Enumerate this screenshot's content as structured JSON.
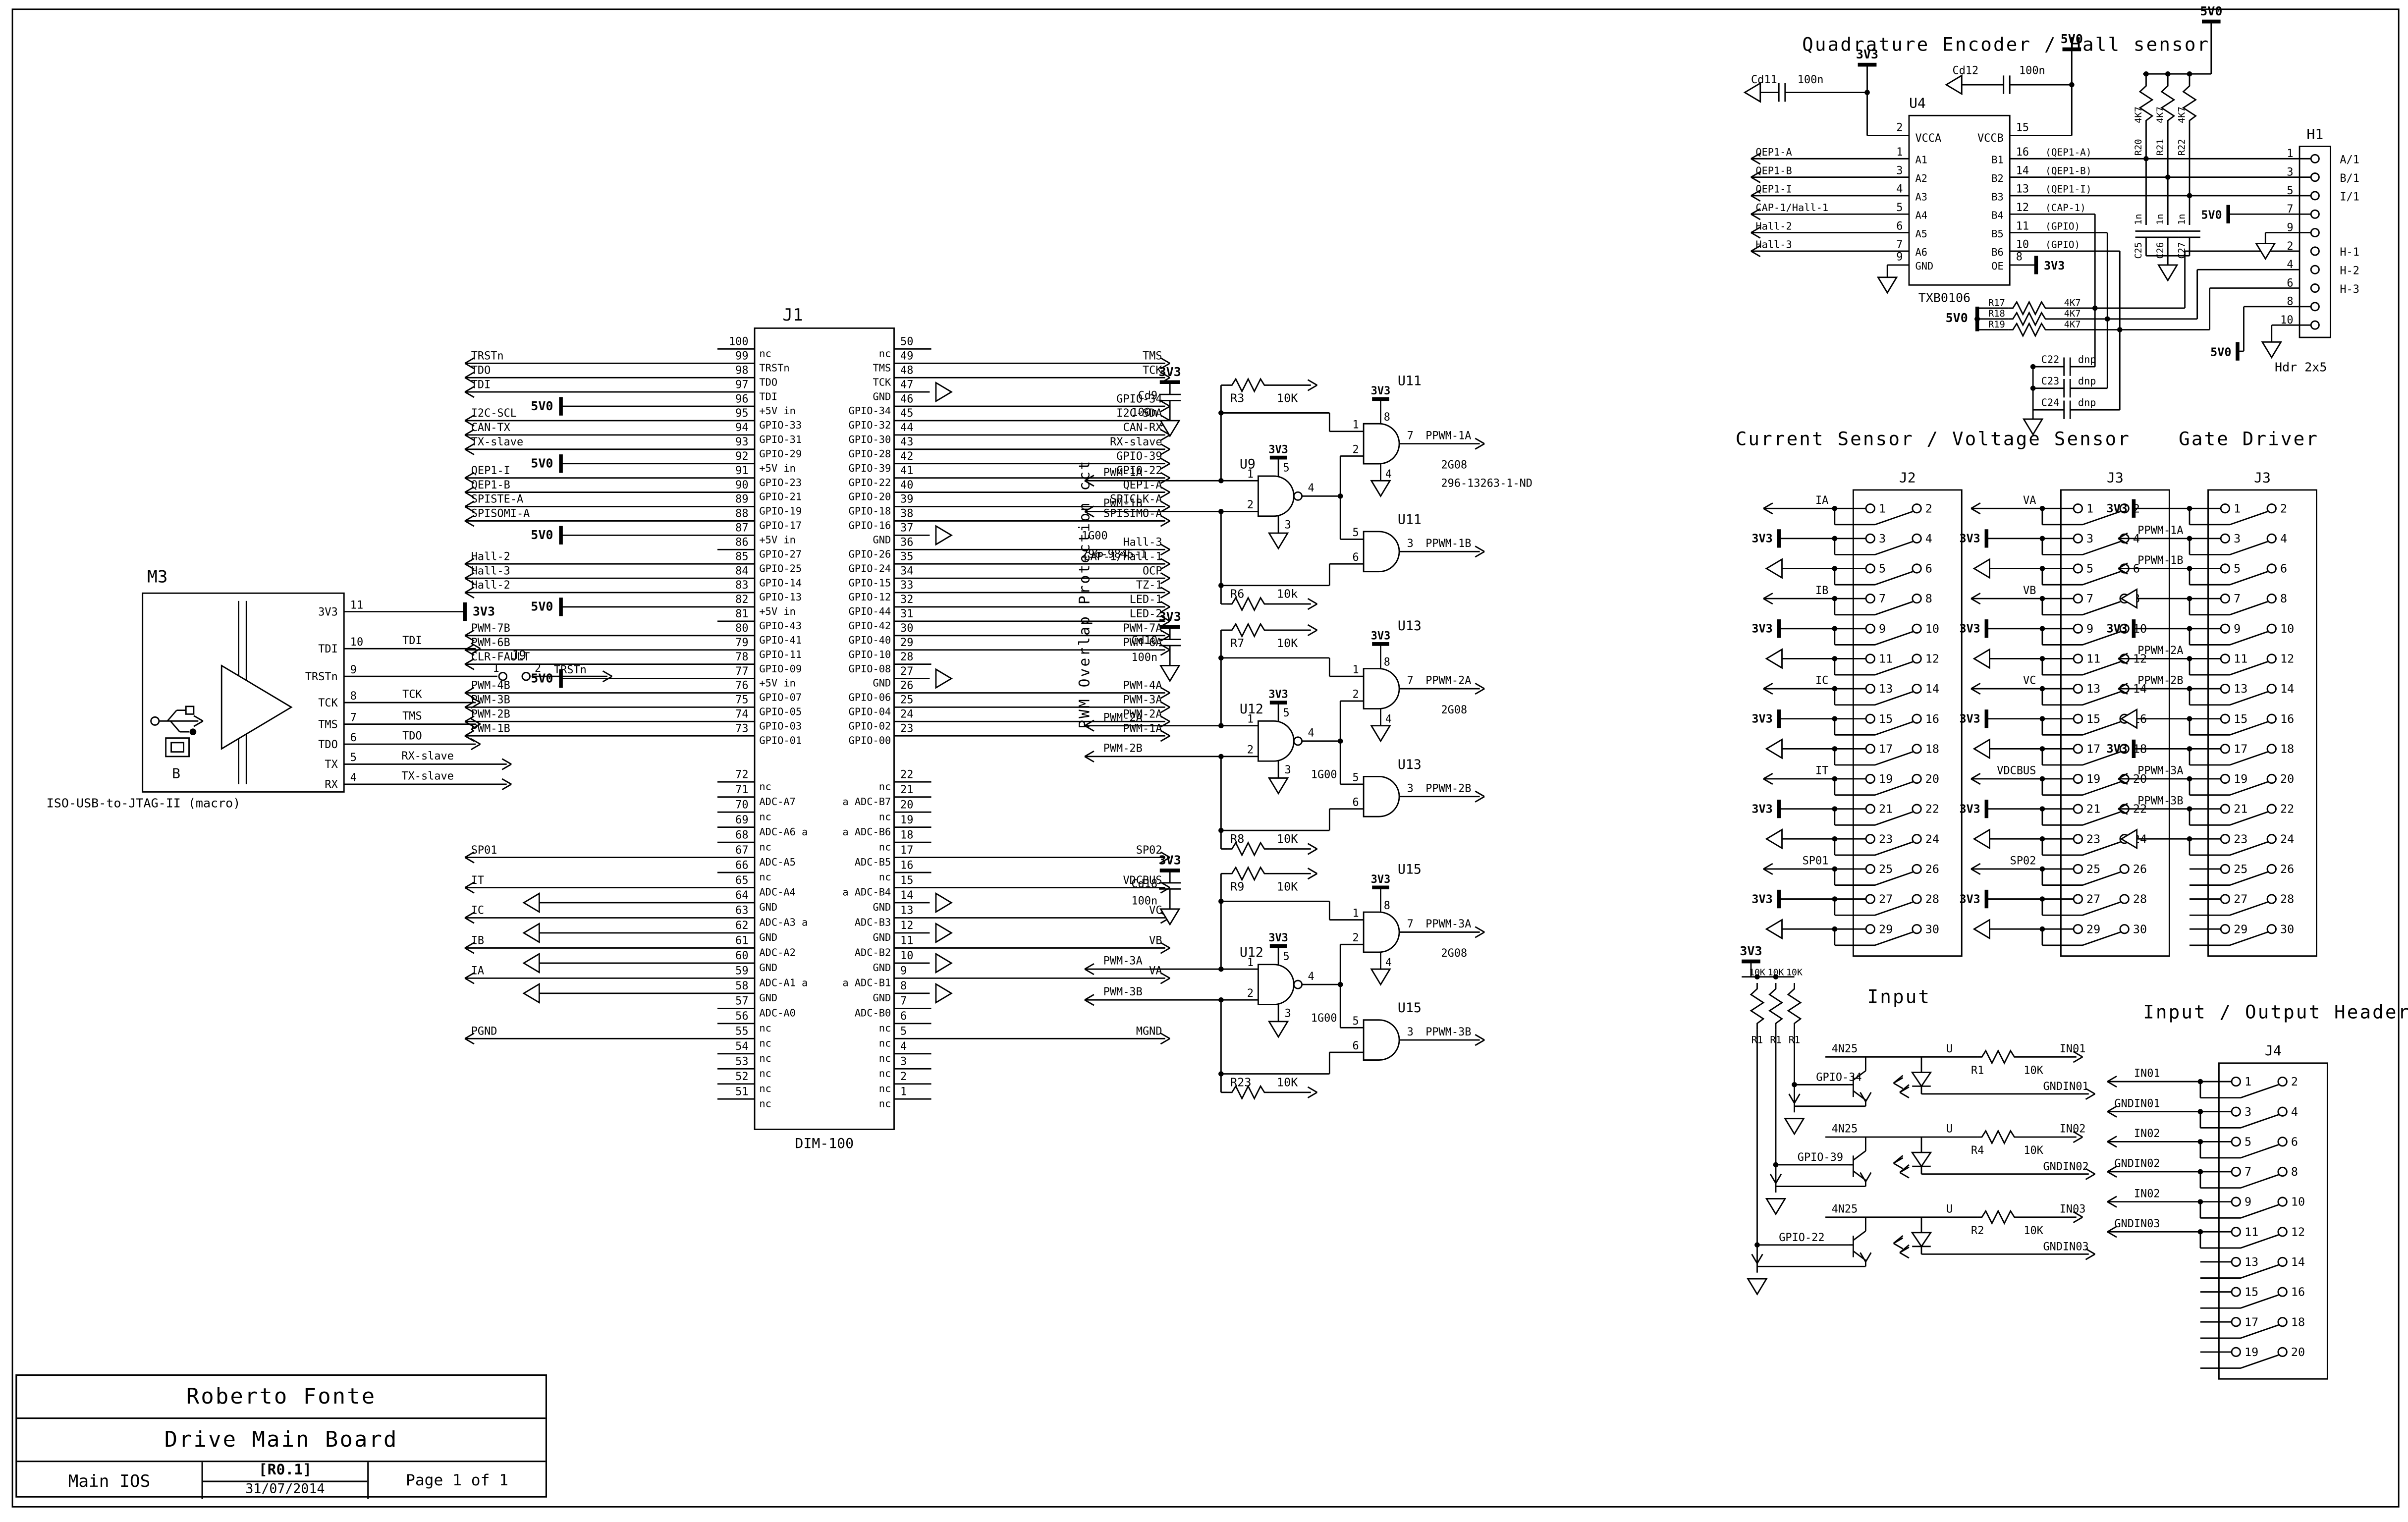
{
  "sheet": {
    "author": "Roberto Fonte",
    "title": "Drive Main Board",
    "doc": "Main IOS",
    "rev": "[R0.1]",
    "date": "31/07/2014",
    "page": "Page 1 of 1"
  },
  "m3": {
    "ref": "M3",
    "caption": "ISO-USB-to-JTAG-II (macro)",
    "usb_type": "B",
    "jumper": {
      "ref": "J9",
      "p1": "1",
      "p2": "2"
    },
    "pins": [
      {
        "num": "11",
        "name": "3V3",
        "net": "3V3",
        "type": "pwr"
      },
      {
        "num": "10",
        "name": "TDI",
        "net": "TDI",
        "type": "arrow"
      },
      {
        "num": "9",
        "name": "TRSTn",
        "net": "TRSTn",
        "type": "jumper"
      },
      {
        "num": "8",
        "name": "TCK",
        "net": "TCK",
        "type": "arrow"
      },
      {
        "num": "7",
        "name": "TMS",
        "net": "TMS",
        "type": "arrow"
      },
      {
        "num": "6",
        "name": "TDO",
        "net": "TDO",
        "type": "arrow"
      },
      {
        "num": "5",
        "name": "TX",
        "net": "RX-slave",
        "type": "arrow"
      },
      {
        "num": "4",
        "name": "RX",
        "net": "TX-slave",
        "type": "arrow"
      }
    ]
  },
  "j1": {
    "ref": "J1",
    "part": "DIM-100",
    "left": [
      [
        "100",
        "nc",
        null,
        "stub"
      ],
      [
        "99",
        "TRSTn",
        "TRSTn",
        "arrow"
      ],
      [
        "98",
        "TDO",
        "TDO",
        "arrow"
      ],
      [
        "97",
        "TDI",
        "TDI",
        "arrow"
      ],
      [
        "96",
        "+5V in",
        "5V0",
        "pwr"
      ],
      [
        "95",
        "GPIO-33",
        "I2C-SCL",
        "arrow"
      ],
      [
        "94",
        "GPIO-31",
        "CAN-TX",
        "arrow"
      ],
      [
        "93",
        "GPIO-29",
        "TX-slave",
        "arrow"
      ],
      [
        "92",
        "+5V in",
        "5V0",
        "pwr"
      ],
      [
        "91",
        "GPIO-23",
        "QEP1-I",
        "arrow"
      ],
      [
        "90",
        "GPIO-21",
        "QEP1-B",
        "arrow"
      ],
      [
        "89",
        "GPIO-19",
        "SPISTE-A",
        "arrow"
      ],
      [
        "88",
        "GPIO-17",
        "SPISOMI-A",
        "arrow"
      ],
      [
        "87",
        "+5V in",
        "5V0",
        "pwr"
      ],
      [
        "86",
        "GPIO-27",
        null,
        "stub"
      ],
      [
        "85",
        "GPIO-25",
        "Hall-2",
        "arrow"
      ],
      [
        "84",
        "GPIO-14",
        "Hall-3",
        "arrow"
      ],
      [
        "83",
        "GPIO-13",
        "Hall-2",
        "arrow"
      ],
      [
        "82",
        "+5V in",
        "5V0",
        "pwr"
      ],
      [
        "81",
        "GPIO-43",
        null,
        "stub"
      ],
      [
        "80",
        "GPIO-41",
        "PWM-7B",
        "arrow"
      ],
      [
        "79",
        "GPIO-11",
        "PWM-6B",
        "arrow"
      ],
      [
        "78",
        "GPIO-09",
        "CLR-FAULT",
        "arrow"
      ],
      [
        "77",
        "+5V in",
        "5V0",
        "pwr"
      ],
      [
        "76",
        "GPIO-07",
        "PWM-4B",
        "arrow"
      ],
      [
        "75",
        "GPIO-05",
        "PWM-3B",
        "arrow"
      ],
      [
        "74",
        "GPIO-03",
        "PWM-2B",
        "arrow"
      ],
      [
        "73",
        "GPIO-01",
        "PWM-1B",
        "arrow"
      ],
      [
        "72",
        "nc",
        null,
        "stub"
      ],
      [
        "71",
        "ADC-A7",
        null,
        "stub"
      ],
      [
        "70",
        "nc",
        null,
        "stub"
      ],
      [
        "69",
        "ADC-A6 a",
        null,
        "stub"
      ],
      [
        "68",
        "nc",
        null,
        "stub"
      ],
      [
        "67",
        "ADC-A5",
        "SP01",
        "arrow"
      ],
      [
        "66",
        "nc",
        null,
        "stub"
      ],
      [
        "65",
        "ADC-A4",
        "IT",
        "arrow"
      ],
      [
        "64",
        "GND",
        null,
        "gnd"
      ],
      [
        "63",
        "ADC-A3 a",
        "IC",
        "arrow"
      ],
      [
        "62",
        "GND",
        null,
        "gnd"
      ],
      [
        "61",
        "ADC-A2",
        "IB",
        "arrow"
      ],
      [
        "60",
        "GND",
        null,
        "gnd"
      ],
      [
        "59",
        "ADC-A1 a",
        "IA",
        "arrow"
      ],
      [
        "58",
        "GND",
        null,
        "gnd"
      ],
      [
        "57",
        "ADC-A0",
        null,
        "stub"
      ],
      [
        "56",
        "nc",
        null,
        "stub"
      ],
      [
        "55",
        "nc",
        "PGND",
        "arrow"
      ],
      [
        "54",
        "nc",
        null,
        "stub"
      ],
      [
        "53",
        "nc",
        null,
        "stub"
      ],
      [
        "52",
        "nc",
        null,
        "stub"
      ],
      [
        "51",
        "nc",
        null,
        "stub"
      ]
    ],
    "right": [
      [
        "50",
        "nc",
        null,
        "stub"
      ],
      [
        "49",
        "TMS",
        "TMS",
        "arrow"
      ],
      [
        "48",
        "TCK",
        "TCK",
        "arrow"
      ],
      [
        "47",
        "GND",
        null,
        "gnd"
      ],
      [
        "46",
        "GPIO-34",
        "GPIO-34",
        "arrow"
      ],
      [
        "45",
        "GPIO-32",
        "I2C-SDA",
        "arrow"
      ],
      [
        "44",
        "GPIO-30",
        "CAN-RX",
        "arrow"
      ],
      [
        "43",
        "GPIO-28",
        "RX-slave",
        "arrow"
      ],
      [
        "42",
        "GPIO-39",
        "GPIO-39",
        "arrow"
      ],
      [
        "41",
        "GPIO-22",
        "GPIO-22",
        "arrow"
      ],
      [
        "40",
        "GPIO-20",
        "QEP1-A",
        "arrow"
      ],
      [
        "39",
        "GPIO-18",
        "SPICLK-A",
        "arrow"
      ],
      [
        "38",
        "GPIO-16",
        "SPISIMO-A",
        "arrow"
      ],
      [
        "37",
        "GND",
        null,
        "gnd"
      ],
      [
        "36",
        "GPIO-26",
        "Hall-3",
        "arrow"
      ],
      [
        "35",
        "GPIO-24",
        "CAP-1/Hall-1",
        "arrow"
      ],
      [
        "34",
        "GPIO-15",
        "OCP",
        "arrow"
      ],
      [
        "33",
        "GPIO-12",
        "TZ-1",
        "arrow"
      ],
      [
        "32",
        "GPIO-44",
        "LED-1",
        "arrow"
      ],
      [
        "31",
        "GPIO-42",
        "LED-2",
        "arrow"
      ],
      [
        "30",
        "GPIO-40",
        "PWM-7A",
        "arrow"
      ],
      [
        "29",
        "GPIO-10",
        "PWM-6A",
        "arrow"
      ],
      [
        "28",
        "GPIO-08",
        null,
        "stub"
      ],
      [
        "27",
        "GND",
        null,
        "gnd"
      ],
      [
        "26",
        "GPIO-06",
        "PWM-4A",
        "arrow"
      ],
      [
        "25",
        "GPIO-04",
        "PWM-3A",
        "arrow"
      ],
      [
        "24",
        "GPIO-02",
        "PWM-2A",
        "arrow"
      ],
      [
        "23",
        "GPIO-00",
        "PWM-1A",
        "arrow"
      ],
      [
        "22",
        "nc",
        null,
        "stub"
      ],
      [
        "21",
        "a ADC-B7",
        null,
        "stub"
      ],
      [
        "20",
        "nc",
        null,
        "stub"
      ],
      [
        "19",
        "a ADC-B6",
        null,
        "stub"
      ],
      [
        "18",
        "nc",
        null,
        "stub"
      ],
      [
        "17",
        "ADC-B5",
        "SP02",
        "arrow"
      ],
      [
        "16",
        "nc",
        null,
        "stub"
      ],
      [
        "15",
        "a ADC-B4",
        "VDCBUS",
        "arrow"
      ],
      [
        "14",
        "GND",
        null,
        "gnd"
      ],
      [
        "13",
        "ADC-B3",
        "VC",
        "arrow"
      ],
      [
        "12",
        "GND",
        null,
        "gnd"
      ],
      [
        "11",
        "ADC-B2",
        "VB",
        "arrow"
      ],
      [
        "10",
        "GND",
        null,
        "gnd"
      ],
      [
        "9",
        "a ADC-B1",
        "VA",
        "arrow"
      ],
      [
        "8",
        "GND",
        null,
        "gnd"
      ],
      [
        "7",
        "ADC-B0",
        null,
        "stub"
      ],
      [
        "6",
        "nc",
        null,
        "stub"
      ],
      [
        "5",
        "nc",
        "MGND",
        "arrow"
      ],
      [
        "4",
        "nc",
        null,
        "stub"
      ],
      [
        "3",
        "nc",
        null,
        "stub"
      ],
      [
        "2",
        "nc",
        null,
        "stub"
      ],
      [
        "1",
        "nc",
        null,
        "stub"
      ]
    ]
  },
  "pwm": {
    "title": "PWM Overlap Protection cct",
    "pins": {
      "nand_in1": "1",
      "nand_in2": "2",
      "nand_out": "4",
      "nand_vcc": "5",
      "nand_gnd": "3",
      "and_in1": "1",
      "and_in2": "2",
      "and_out": "7",
      "and_vcc": "8",
      "and_gnd": "4",
      "and2_in1": "5",
      "and2_in2": "6",
      "and2_out": "3"
    },
    "groups": [
      {
        "pwr": "3V3",
        "cap_ref": "Cd9",
        "cap_val": "100n",
        "r_top_ref": "R3",
        "r_top_val": "10K",
        "r_bot_ref": "R6",
        "r_bot_val": "10k",
        "nand_ref": "U9",
        "and_ref": "U11",
        "and2_ref": "U11",
        "in_a": "PWM-1A",
        "in_b": "PWM-1B",
        "out_a": "PPWM-1A",
        "out_b": "PPWM-1B",
        "nand_part": "1G00",
        "nand_order": "296-9845-1",
        "and_part": "2G08",
        "and_order": "296-13263-1-ND"
      },
      {
        "pwr": "3V3",
        "cap_ref": "Cd10",
        "cap_val": "100n",
        "r_top_ref": "R7",
        "r_top_val": "10K",
        "r_bot_ref": "R8",
        "r_bot_val": "10K",
        "nand_ref": "U12",
        "and_ref": "U13",
        "and2_ref": "U13",
        "in_a": "PWM-2A",
        "in_b": "PWM-2B",
        "out_a": "PPWM-2A",
        "out_b": "PPWM-2B",
        "nand_part": "1G00",
        "nand_order": null,
        "and_part": "2G08",
        "and_order": null
      },
      {
        "pwr": "3V3",
        "cap_ref": "Cd18",
        "cap_val": "100n",
        "r_top_ref": "R9",
        "r_top_val": "10K",
        "r_bot_ref": "R23",
        "r_bot_val": "10K",
        "nand_ref": "U12",
        "and_ref": "U15",
        "and2_ref": "U15",
        "in_a": "PWM-3A",
        "in_b": "PWM-3B",
        "out_a": "PPWM-3A",
        "out_b": "PPWM-3B",
        "nand_part": "1G00",
        "nand_order": null,
        "and_part": "2G08",
        "and_order": null
      }
    ]
  },
  "quad": {
    "title": "Quadrature Encoder / Hall sensor",
    "u4": {
      "ref": "U4",
      "part": "TXB0106",
      "vcca_num": "2",
      "vcca": "VCCA",
      "vccb_num": "15",
      "vccb": "VCCB",
      "gnd_num": "9",
      "gnd": "GND",
      "oe_num": "8",
      "oe": "OE",
      "oe_net": "3V3",
      "a": [
        [
          "1",
          "A1",
          "QEP1-A"
        ],
        [
          "3",
          "A2",
          "QEP1-B"
        ],
        [
          "4",
          "A3",
          "QEP1-I"
        ],
        [
          "5",
          "A4",
          "CAP-1/Hall-1"
        ],
        [
          "6",
          "A5",
          "Hall-2"
        ],
        [
          "7",
          "A6",
          "Hall-3"
        ]
      ],
      "b": [
        [
          "16",
          "B1",
          "(QEP1-A)"
        ],
        [
          "14",
          "B2",
          "(QEP1-B)"
        ],
        [
          "13",
          "B3",
          "(QEP1-I)"
        ],
        [
          "12",
          "B4",
          "(CAP-1)"
        ],
        [
          "11",
          "B5",
          "(GPIO)"
        ],
        [
          "10",
          "B6",
          "(GPIO)"
        ]
      ]
    },
    "cd11": {
      "ref": "Cd11",
      "val": "100n",
      "pwr": "3V3"
    },
    "cd12": {
      "ref": "Cd12",
      "val": "100n",
      "pwr": "5V0"
    },
    "pullups_top": {
      "refs": [
        "R20",
        "R21",
        "R22"
      ],
      "val": "4K7",
      "pwr": "5V0"
    },
    "caps_top": {
      "refs": [
        "C25",
        "C26",
        "C27"
      ],
      "val": "1n"
    },
    "pullups_mid": {
      "refs": [
        "R17",
        "R18",
        "R19"
      ],
      "val": "4K7",
      "pwr": "5V0"
    },
    "caps_dnp": {
      "refs": [
        "C22",
        "C23",
        "C24"
      ],
      "val": "dnp"
    },
    "h1": {
      "ref": "H1",
      "caption": "Hdr 2x5",
      "pwr": "5V0",
      "odd": [
        "1",
        "3",
        "5",
        "7",
        "9"
      ],
      "even": [
        "2",
        "4",
        "6",
        "8",
        "10"
      ],
      "right_top": [
        "A/1",
        "B/1",
        "I/1"
      ],
      "right_bot": [
        "H-1",
        "H-2",
        "H-3"
      ]
    }
  },
  "sensors": {
    "title": "Current Sensor / Voltage Sensor",
    "j2": {
      "ref": "J2",
      "rows": [
        [
          "1",
          "2",
          "IA",
          "arrow"
        ],
        [
          "3",
          "4",
          "3V3",
          "pwr"
        ],
        [
          "5",
          "6",
          null,
          "gnd"
        ],
        [
          "7",
          "8",
          "IB",
          "arrow"
        ],
        [
          "9",
          "10",
          "3V3",
          "pwr"
        ],
        [
          "11",
          "12",
          null,
          "gnd"
        ],
        [
          "13",
          "14",
          "IC",
          "arrow"
        ],
        [
          "15",
          "16",
          "3V3",
          "pwr"
        ],
        [
          "17",
          "18",
          null,
          "gnd"
        ],
        [
          "19",
          "20",
          "IT",
          "arrow"
        ],
        [
          "21",
          "22",
          "3V3",
          "pwr"
        ],
        [
          "23",
          "24",
          null,
          "gnd"
        ],
        [
          "25",
          "26",
          "SP01",
          "arrow"
        ],
        [
          "27",
          "28",
          "3V3",
          "pwr"
        ],
        [
          "29",
          "30",
          null,
          "gnd"
        ]
      ]
    },
    "j3": {
      "ref": "J3",
      "rows": [
        [
          "1",
          "2",
          "VA",
          "arrow"
        ],
        [
          "3",
          "4",
          "3V3",
          "pwr"
        ],
        [
          "5",
          "6",
          null,
          "gnd"
        ],
        [
          "7",
          "8",
          "VB",
          "arrow"
        ],
        [
          "9",
          "10",
          "3V3",
          "pwr"
        ],
        [
          "11",
          "12",
          null,
          "gnd"
        ],
        [
          "13",
          "14",
          "VC",
          "arrow"
        ],
        [
          "15",
          "16",
          "3V3",
          "pwr"
        ],
        [
          "17",
          "18",
          null,
          "gnd"
        ],
        [
          "19",
          "20",
          "VDCBUS",
          "arrow"
        ],
        [
          "21",
          "22",
          "3V3",
          "pwr"
        ],
        [
          "23",
          "24",
          null,
          "gnd"
        ],
        [
          "25",
          "26",
          "SP02",
          "arrow"
        ],
        [
          "27",
          "28",
          "3V3",
          "pwr"
        ],
        [
          "29",
          "30",
          null,
          "gnd"
        ]
      ]
    }
  },
  "gate": {
    "title": "Gate Driver",
    "j3": {
      "ref": "J3",
      "rows": [
        [
          "1",
          "2",
          "3V3",
          "pwr"
        ],
        [
          "3",
          "4",
          "PPWM-1A",
          "arrow"
        ],
        [
          "5",
          "6",
          "PPWM-1B",
          "arrow"
        ],
        [
          "7",
          "8",
          null,
          "gnd"
        ],
        [
          "9",
          "10",
          "3V3",
          "pwr"
        ],
        [
          "11",
          "12",
          "PPWM-2A",
          "arrow"
        ],
        [
          "13",
          "14",
          "PPWM-2B",
          "arrow"
        ],
        [
          "15",
          "16",
          null,
          "gnd"
        ],
        [
          "17",
          "18",
          "3V3",
          "pwr"
        ],
        [
          "19",
          "20",
          "PPWM-3A",
          "arrow"
        ],
        [
          "21",
          "22",
          "PPWM-3B",
          "arrow"
        ],
        [
          "23",
          "24",
          null,
          "gnd"
        ],
        [
          "25",
          "26",
          null,
          "nc"
        ],
        [
          "27",
          "28",
          null,
          "nc"
        ],
        [
          "29",
          "30",
          null,
          "nc"
        ]
      ]
    }
  },
  "input": {
    "title": "Input",
    "pwr": "3V3",
    "pull_refs": [
      "R1",
      "R1",
      "R1"
    ],
    "pull_vals": [
      "10K",
      "10K",
      "10K"
    ],
    "optos": [
      {
        "part": "4N25",
        "ref": "U",
        "gpio": "GPIO-34",
        "res_ref": "R1",
        "res_val": "10K",
        "out": "IN01",
        "gnd_out": "GNDIN01"
      },
      {
        "part": "4N25",
        "ref": "U",
        "gpio": "GPIO-39",
        "res_ref": "R4",
        "res_val": "10K",
        "out": "IN02",
        "gnd_out": "GNDIN02"
      },
      {
        "part": "4N25",
        "ref": "U",
        "gpio": "GPIO-22",
        "res_ref": "R2",
        "res_val": "10K",
        "out": "IN03",
        "gnd_out": "GNDIN03"
      }
    ]
  },
  "io": {
    "title": "Input / Output Header",
    "j4": {
      "ref": "J4",
      "rows": [
        [
          "1",
          "2",
          "IN01",
          "arrow"
        ],
        [
          "3",
          "4",
          "GNDIN01",
          "arrow"
        ],
        [
          "5",
          "6",
          "IN02",
          "arrow"
        ],
        [
          "7",
          "8",
          "GNDIN02",
          "arrow"
        ],
        [
          "9",
          "10",
          "IN02",
          "arrow"
        ],
        [
          "11",
          "12",
          "GNDIN03",
          "arrow"
        ],
        [
          "13",
          "14",
          null,
          "nc"
        ],
        [
          "15",
          "16",
          null,
          "nc"
        ],
        [
          "17",
          "18",
          null,
          "nc"
        ],
        [
          "19",
          "20",
          null,
          "nc"
        ]
      ]
    }
  }
}
